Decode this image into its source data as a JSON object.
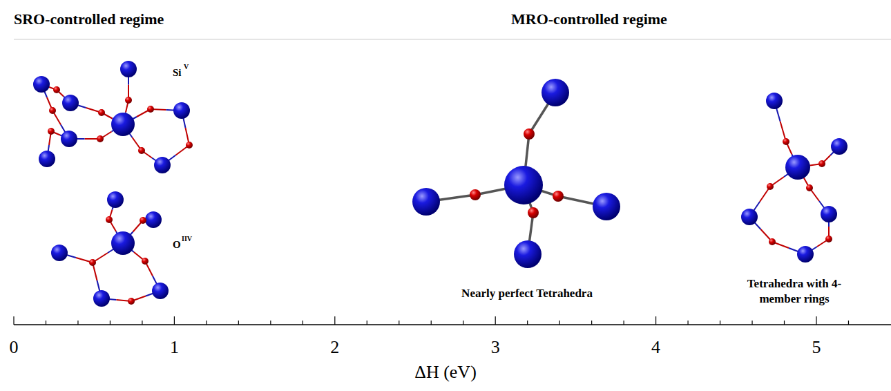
{
  "diagram": {
    "labels": [
      "SRO-controlled regime",
      "MRO-controlled regime",
      "Si",
      "V",
      "O",
      "IIV",
      "Nearly perfect Tetrahedra",
      "Tetrahedra with 4-member rings",
      "0",
      "1",
      "2",
      "3",
      "4",
      "5",
      "ΔH (eV)"
    ]
  }
}
